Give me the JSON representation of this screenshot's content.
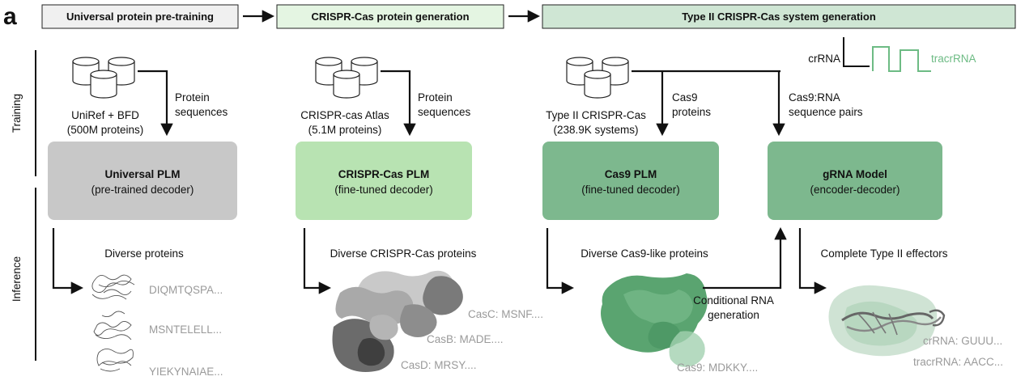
{
  "panel_label": "a",
  "stages": [
    {
      "label": "Universal protein pre-training",
      "color": "#f0f0f0"
    },
    {
      "label": "CRISPR-Cas protein generation",
      "color": "#e4f5e2"
    },
    {
      "label": "Type II CRISPR-Cas system generation",
      "color": "#cfe6d4"
    }
  ],
  "side_labels": {
    "training": "Training",
    "inference": "Inference"
  },
  "rna_legend": {
    "crrna": "crRNA",
    "tracrrna": "tracrRNA",
    "tracr_color": "#6dbb84"
  },
  "columns": [
    {
      "db_line1": "UniRef + BFD",
      "db_line2": "(500M proteins)",
      "arrow_line1": "Protein",
      "arrow_line2": "sequences",
      "model_title": "Universal PLM",
      "model_sub": "(pre-trained decoder)",
      "model_color": "#c8c8c8",
      "output_title": "Diverse proteins",
      "sequences": [
        "DIQMTQSPA...",
        "MSNTELELL...",
        "YIEKYNAIAE..."
      ]
    },
    {
      "db_line1": "CRISPR-cas Atlas",
      "db_line2": "(5.1M proteins)",
      "arrow_line1": "Protein",
      "arrow_line2": "sequences",
      "model_title": "CRISPR-Cas PLM",
      "model_sub": "(fine-tuned decoder)",
      "model_color": "#b8e3b2",
      "output_title": "Diverse CRISPR-Cas proteins",
      "sequences": [
        "CasC: MSNF....",
        "CasB: MADE....",
        "CasD: MRSY...."
      ]
    },
    {
      "db_line1": "Type II CRISPR-Cas",
      "db_line2": "(238.9K systems)",
      "arrow_line1": "Cas9",
      "arrow_line2": "proteins",
      "model_title": "Cas9 PLM",
      "model_sub": "(fine-tuned decoder)",
      "model_color": "#7db88e",
      "output_title": "Diverse Cas9-like proteins",
      "sequences": [
        "Cas9: MDKKY...."
      ]
    },
    {
      "arrow_line1": "Cas9:RNA",
      "arrow_line2": "sequence pairs",
      "model_title": "gRNA Model",
      "model_sub": "(encoder-decoder)",
      "model_color": "#7db88e",
      "output_title": "Complete Type II effectors",
      "sequences": [
        "crRNA: GUUU...",
        "tracrRNA: AACC..."
      ]
    }
  ],
  "conditional": {
    "line1": "Conditional RNA",
    "line2": "generation"
  }
}
